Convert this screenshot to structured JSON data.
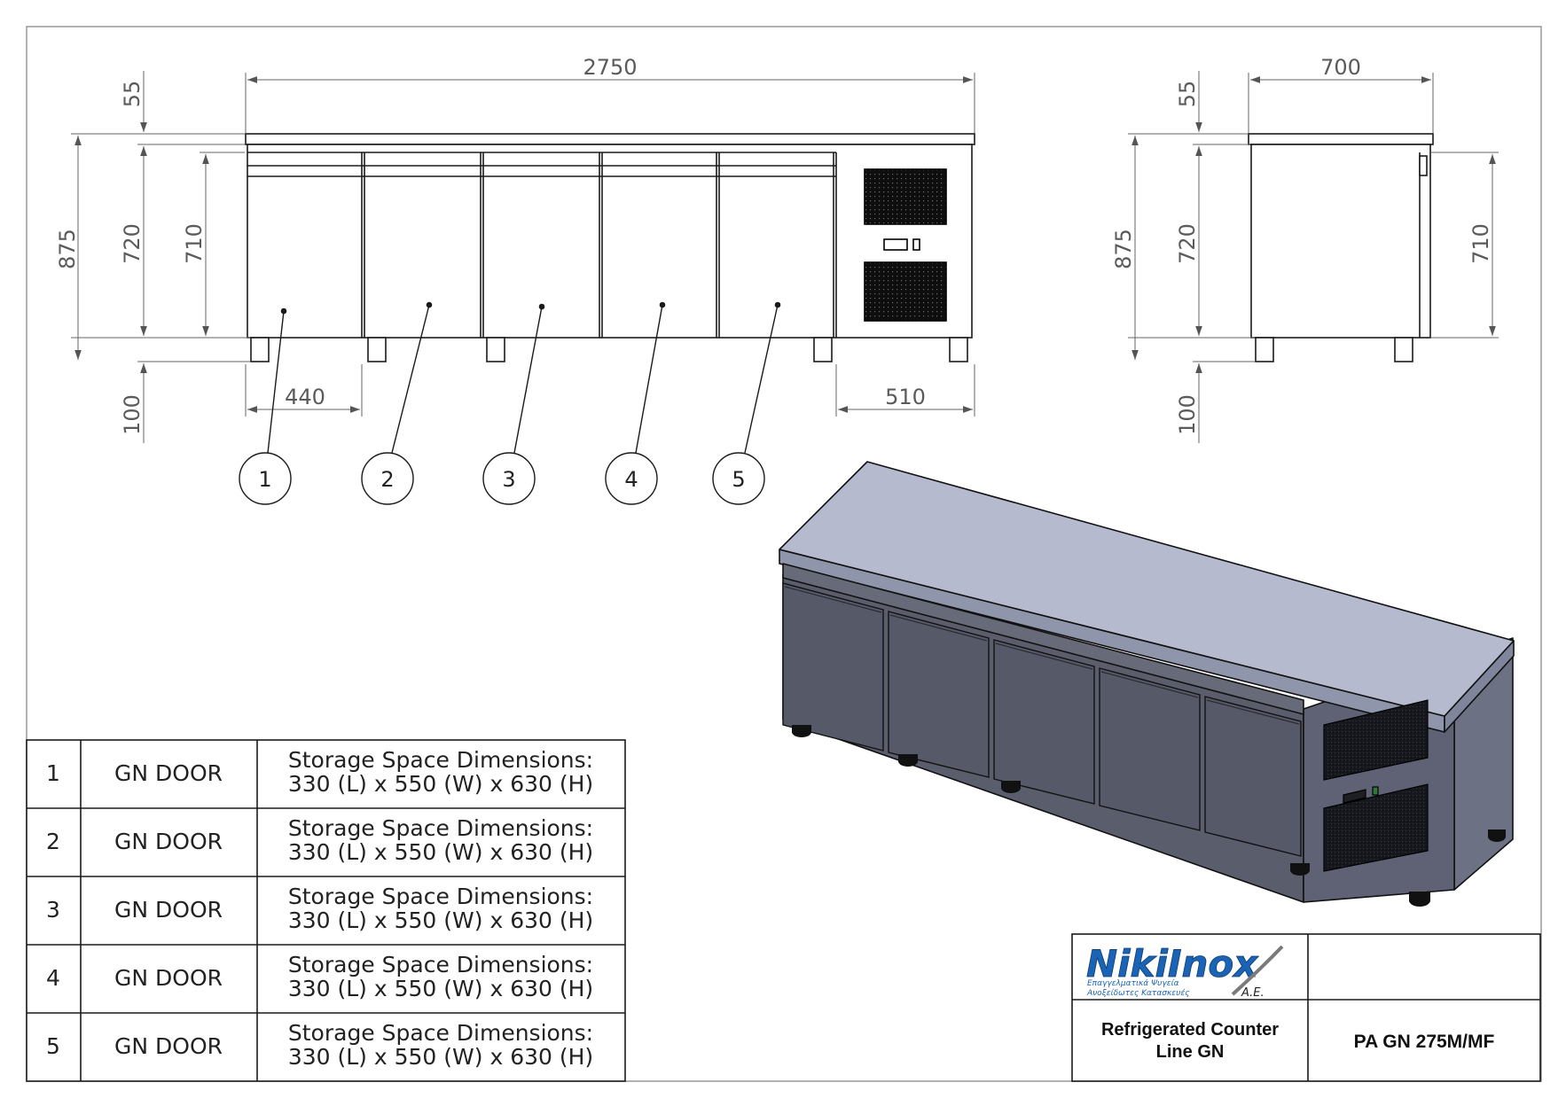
{
  "front_view": {
    "dims": {
      "overall_width": "2750",
      "top_thickness": "55",
      "overall_height": "875",
      "body_height": "720",
      "door_height": "710",
      "leg_height": "100",
      "door_width": "440",
      "motor_width": "510"
    },
    "balloons": [
      "1",
      "2",
      "3",
      "4",
      "5"
    ]
  },
  "side_view": {
    "dims": {
      "depth": "700",
      "top_thickness": "55",
      "overall_height": "875",
      "body_height": "720",
      "door_height": "710",
      "leg_height": "100"
    }
  },
  "parts_table": {
    "rows": [
      {
        "num": "1",
        "name": "GN DOOR",
        "desc1": "Storage Space Dimensions:",
        "desc2": "330 (L) x 550 (W) x 630 (H)"
      },
      {
        "num": "2",
        "name": "GN DOOR",
        "desc1": "Storage Space Dimensions:",
        "desc2": "330 (L) x 550 (W) x 630 (H)"
      },
      {
        "num": "3",
        "name": "GN DOOR",
        "desc1": "Storage Space Dimensions:",
        "desc2": "330 (L) x 550 (W) x 630 (H)"
      },
      {
        "num": "4",
        "name": "GN DOOR",
        "desc1": "Storage Space Dimensions:",
        "desc2": "330 (L) x 550 (W) x 630 (H)"
      },
      {
        "num": "5",
        "name": "GN DOOR",
        "desc1": "Storage Space Dimensions:",
        "desc2": "330 (L) x 550 (W) x 630 (H)"
      }
    ]
  },
  "title_block": {
    "logo_text": "NikiInox",
    "logo_suffix": "A.E.",
    "logo_tagline_1": "Επαγγελματικά Ψυγεία",
    "logo_tagline_2": "Ανοξείδωτες Κατασκευές",
    "product_line1": "Refrigerated Counter",
    "product_line2": "Line GN",
    "model": "PA GN 275M/MF"
  }
}
